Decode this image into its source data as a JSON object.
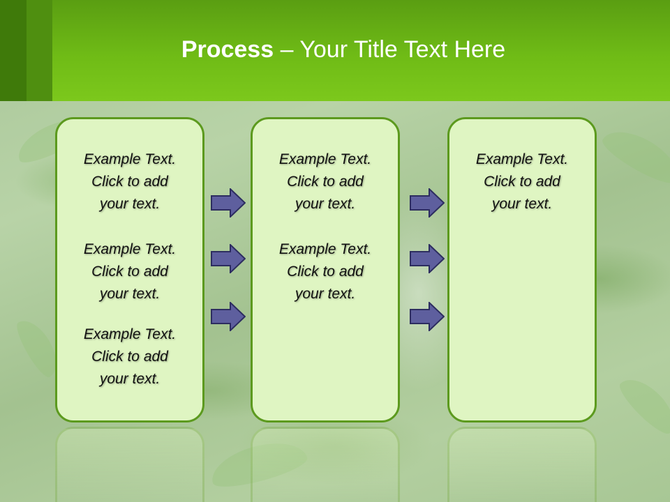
{
  "title": {
    "bold": "Process",
    "rest": "– Your Title Text Here"
  },
  "columns": [
    {
      "items": [
        {
          "line1": "Example Text.",
          "line2": "Click  to add",
          "line3": "your text."
        },
        {
          "line1": "Example Text.",
          "line2": "Click  to add",
          "line3": "your text."
        },
        {
          "line1": "Example Text.",
          "line2": "Click  to add",
          "line3": "your text."
        }
      ]
    },
    {
      "items": [
        {
          "line1": "Example Text.",
          "line2": "Click  to add",
          "line3": "your text."
        },
        {
          "line1": "Example Text.",
          "line2": "Click  to add",
          "line3": "your text."
        }
      ]
    },
    {
      "items": [
        {
          "line1": "Example Text.",
          "line2": "Click  to add",
          "line3": "your text."
        }
      ]
    }
  ],
  "colors": {
    "header": "#6fbb16",
    "box_fill": "#dff5c2",
    "box_border": "#5c9a1e",
    "arrow_fill": "#5e5f9e"
  },
  "icons": {
    "arrow": "right-arrow-icon"
  }
}
